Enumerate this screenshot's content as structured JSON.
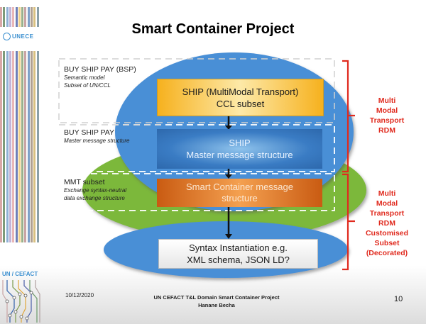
{
  "slide": {
    "title": "Smart Container Project",
    "logos": {
      "top": "UNECE",
      "bottom": "UN / CEFACT"
    },
    "layers": [
      {
        "heading": "BUY SHIP PAY (BSP)",
        "sub": [
          "Semantic model",
          "Subset of UN/CCL"
        ]
      },
      {
        "heading": "BUY SHIP PAY",
        "sub": [
          "Master message structure"
        ]
      },
      {
        "heading": "MMT subset",
        "sub": [
          "Exchange syntax-neutral",
          "data exchange structure"
        ]
      }
    ],
    "boxes": {
      "yellow": [
        "SHIP (MultiModal Transport)",
        "CCL subset"
      ],
      "blue": [
        "SHIP",
        "Master message structure"
      ],
      "orange": [
        "Smart Container message",
        "structure"
      ],
      "white": [
        "Syntax Instantiation e.g.",
        "XML schema, JSON LD?"
      ]
    },
    "brackets": {
      "upper": [
        "Multi",
        "Modal",
        "Transport",
        "RDM"
      ],
      "lower": [
        "Multi",
        "Modal",
        "Transport",
        "RDM",
        "Customised",
        "Subset",
        "(Decorated)"
      ]
    },
    "footer": {
      "date": "10/12/2020",
      "line1": "UN CEFACT T&L Domain Smart Container Project",
      "line2": "Hanane Becha",
      "page": "10"
    },
    "colors": {
      "ellipse_blue": "#4a8fd6",
      "ellipse_green": "#7cb83a",
      "bracket_red": "#e02a1e",
      "title": "#000000"
    }
  }
}
